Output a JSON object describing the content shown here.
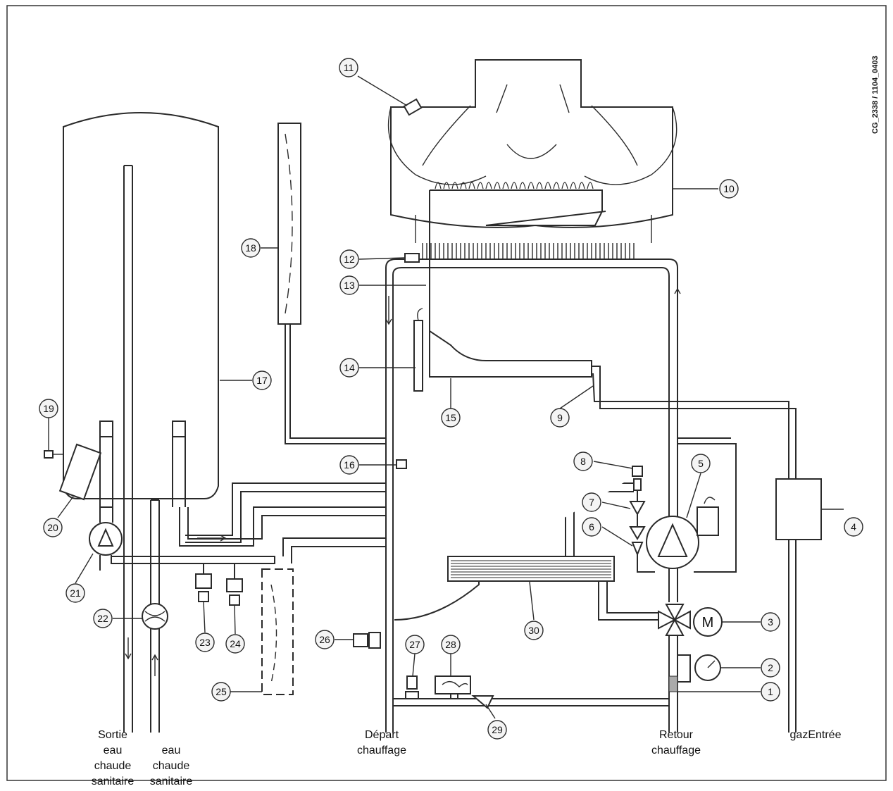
{
  "reference_code": "CG_2338 / 1104_0403",
  "callouts": [
    "1",
    "2",
    "3",
    "4",
    "5",
    "6",
    "7",
    "8",
    "9",
    "10",
    "11",
    "12",
    "13",
    "14",
    "15",
    "16",
    "17",
    "18",
    "19",
    "20",
    "21",
    "22",
    "23",
    "24",
    "25",
    "26",
    "27",
    "28",
    "29",
    "30"
  ],
  "labels": {
    "hot_water_out": [
      "Sortie",
      "eau",
      "chaude",
      "sanitaire"
    ],
    "hot_water": [
      "eau",
      "chaude",
      "sanitaire"
    ],
    "heating_flow": [
      "Départ",
      "chauffage"
    ],
    "heating_return": [
      "Retour",
      "chauffage"
    ],
    "gas_inlet": "gazEntrée"
  },
  "motor_symbol": "M"
}
